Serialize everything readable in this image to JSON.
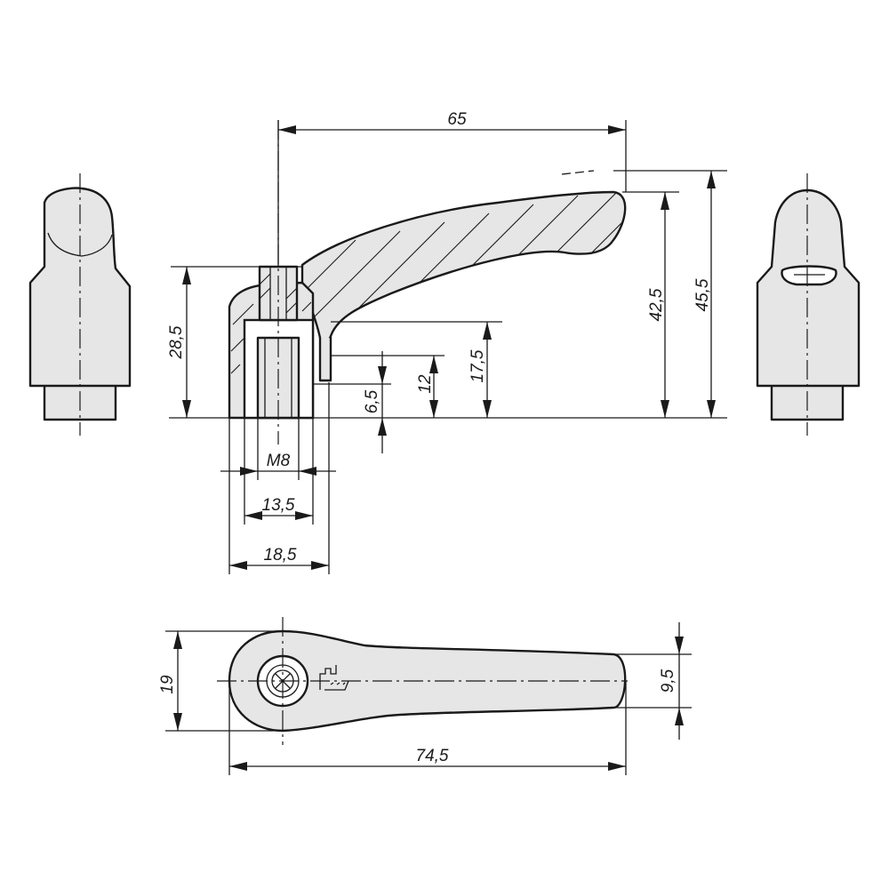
{
  "dimensions": {
    "lever_length": "65",
    "total_height": "45,5",
    "lever_tip_height": "42,5",
    "hub_height": "28,5",
    "boss_height": "17,5",
    "thread_depth": "12",
    "insert_height": "6,5",
    "thread": "M8",
    "insert_diameter": "13,5",
    "hub_diameter": "18,5",
    "top_width": "19",
    "tip_width": "9,5",
    "overall_length": "74,5"
  },
  "colors": {
    "fill": "#e6e6e6",
    "line": "#1a1a1a"
  },
  "icons": {
    "logo": "kipp-logo"
  }
}
